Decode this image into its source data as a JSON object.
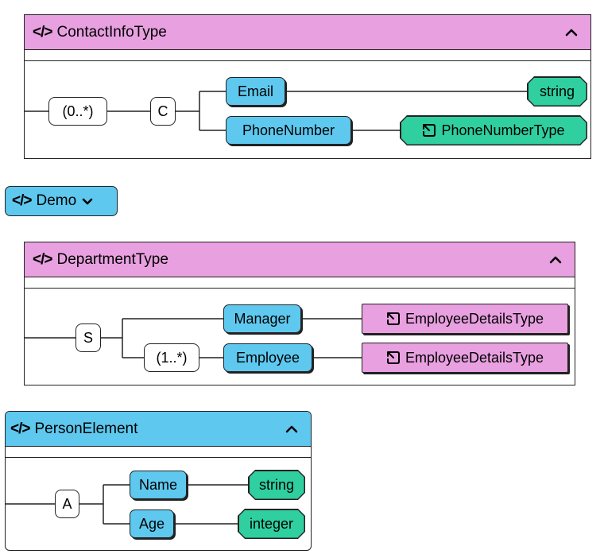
{
  "panels": {
    "contact": {
      "title": "ContactInfoType",
      "op": "C",
      "card": "(0..*)",
      "email": "Email",
      "email_type": "string",
      "phone": "PhoneNumber",
      "phone_type": "PhoneNumberType"
    },
    "demo": {
      "label": "Demo"
    },
    "department": {
      "title": "DepartmentType",
      "op": "S",
      "card": "(1..*)",
      "manager": "Manager",
      "manager_type": "EmployeeDetailsType",
      "employee": "Employee",
      "employee_type": "EmployeeDetailsType"
    },
    "person": {
      "title": "PersonElement",
      "op": "A",
      "name": "Name",
      "name_type": "string",
      "age": "Age",
      "age_type": "integer"
    }
  },
  "icons": {
    "code": "code-brackets-icon",
    "chevron_up": "chevron-up-icon",
    "chevron_down": "chevron-down-icon",
    "reference": "reference-arrow-icon"
  },
  "colors": {
    "header_pink": "#e8a0e0",
    "header_blue": "#5ec8ef",
    "element_blue": "#5ec8ef",
    "type_green": "#2fcf9f",
    "type_pink": "#e8a0e0"
  }
}
